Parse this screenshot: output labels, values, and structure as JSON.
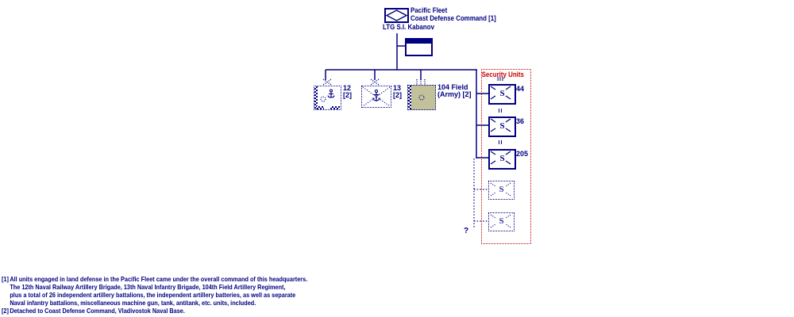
{
  "chart": {
    "root": {
      "line1": "Pacific Fleet",
      "line2": "Coast Defense Command [1]",
      "commander": "LTG S.I. Kabanov",
      "symbol": "command-diamond"
    },
    "hq_box": {
      "symbol": "headquarters-bar"
    },
    "units": [
      {
        "label_line1": "12",
        "label_line2": "[2]",
        "size": "X",
        "icons": [
          "artillery-ball-icon",
          "anchor-icon",
          "railway-checker-icon"
        ]
      },
      {
        "label_line1": "13",
        "label_line2": "[2]",
        "size": "X",
        "icons": [
          "infantry-x-icon",
          "anchor-icon"
        ]
      },
      {
        "label_line1": "104 Field",
        "label_line2": "(Army) [2]",
        "size": "III",
        "icons": [
          "artillery-ball-icon"
        ],
        "fill": "#c2c29a"
      }
    ],
    "security": {
      "title": "Security Units",
      "units": [
        {
          "label": "44",
          "size": "III",
          "symbol": "S",
          "style": "solid"
        },
        {
          "label": "36",
          "size": "II",
          "symbol": "S",
          "style": "solid"
        },
        {
          "label": "205",
          "size": "II",
          "symbol": "S",
          "style": "solid"
        },
        {
          "label": "",
          "size": "",
          "symbol": "S",
          "style": "dotted"
        },
        {
          "label": "",
          "size": "",
          "symbol": "S",
          "style": "dotted"
        }
      ],
      "unknown_marker": "?"
    },
    "colors": {
      "primary": "#000080",
      "security_accent": "#cc0000",
      "army_fill": "#c2c29a",
      "background": "#ffffff"
    }
  },
  "footnotes": {
    "f1_marker": "[1]",
    "f1_line1": "All units engaged in land defense in the Pacific Fleet came under the overall command of this headquarters.",
    "f1_line2": "The 12th Naval Railway Artillery Brigade, 13th Naval Infantry Brigade, 104th Field Artillery Regiment,",
    "f1_line3": "plus a total of 26 independent artillery battalions, the independent artillery batteries, as well as separate",
    "f1_line4": "Naval infantry battalions, miscellaneous machine gun, tank, antitank, etc. units, included.",
    "f2_marker": "[2]",
    "f2_line1": "Detached to Coast Defense Command, Vladivostok Naval Base."
  }
}
